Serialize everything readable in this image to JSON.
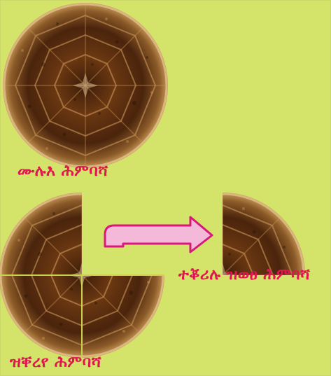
{
  "labels": {
    "whole_injera": "ሙሉእ ሕምባሻ",
    "taken_part": "ተቖሪሉ ዝወፀ ሕምባሻ",
    "remaining_part": "ዝቐረየ ሕምባሻ"
  },
  "colors": {
    "background": "#d4e46a",
    "caption": "#e0164f",
    "arrow_fill": "#f4b8d8",
    "arrow_stroke": "#d8187a",
    "bread_dark": "#3a1a08",
    "bread_mid": "#7a4215",
    "bread_light": "#c58a45",
    "divider": "#c8d24a"
  },
  "icons": {
    "arrow": "right-arrow-icon"
  }
}
